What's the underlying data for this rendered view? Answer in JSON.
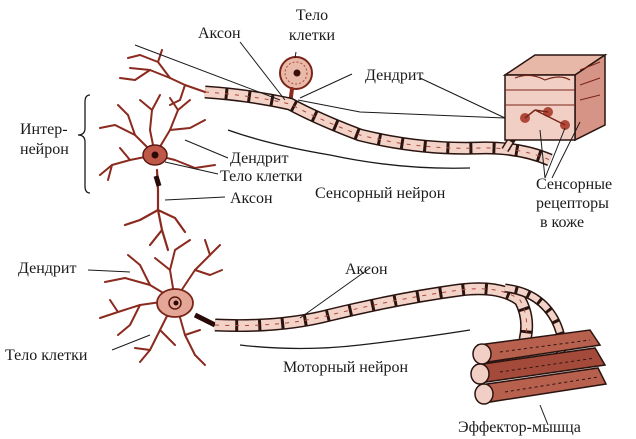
{
  "labels": {
    "telo_kletki_top_line1": "Тело",
    "telo_kletki_top_line2": "клетки",
    "akson_top": "Аксон",
    "dendrit_top": "Дендрит",
    "inter_line1": "Интер-",
    "inter_line2": "нейрон",
    "dendrit_mid": "Дендрит",
    "telo_kletki_mid": "Тело клетки",
    "akson_mid": "Аксон",
    "sensornyi_neiron": "Сенсорный нейрон",
    "sensornye_line1": "Сенсорные",
    "sensornye_line2": "рецепторы",
    "sensornye_line3": "в коже",
    "dendrit_left": "Дендрит",
    "akson_bottom": "Аксон",
    "telo_kletki_bottom": "Тело клетки",
    "motornyi_neiron": "Моторный нейрон",
    "effektor": "Эффектор-мышца"
  }
}
